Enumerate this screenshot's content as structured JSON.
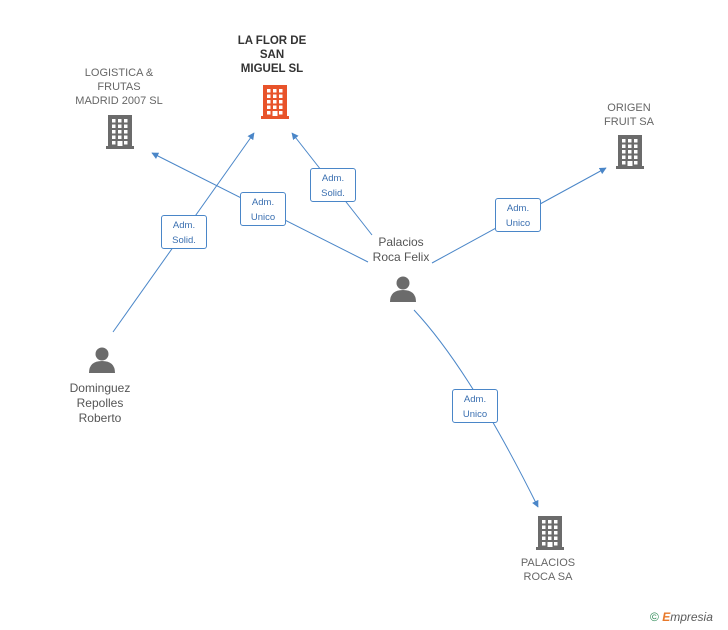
{
  "nodes": [
    {
      "id": "flor",
      "label": "LA FLOR DE\nSAN\nMIGUEL SL",
      "kind": "company",
      "main": true
    },
    {
      "id": "logistica",
      "label": "LOGISTICA &\nFRUTAS\nMADRID 2007 SL",
      "kind": "company"
    },
    {
      "id": "origen",
      "label": "ORIGEN\nFRUIT SA",
      "kind": "company"
    },
    {
      "id": "palacios_sa",
      "label": "PALACIOS\nROCA SA",
      "kind": "company"
    },
    {
      "id": "felix",
      "label": "Palacios\nRoca Felix",
      "kind": "person"
    },
    {
      "id": "dominguez",
      "label": "Dominguez\nRepolles\nRoberto",
      "kind": "person"
    }
  ],
  "edges": [
    {
      "from": "felix",
      "to": "flor",
      "label": "Adm.\nSolid."
    },
    {
      "from": "felix",
      "to": "logistica",
      "label": "Adm.\nUnico"
    },
    {
      "from": "felix",
      "to": "origen",
      "label": "Adm.\nUnico"
    },
    {
      "from": "felix",
      "to": "palacios_sa",
      "label": "Adm.\nUnico"
    },
    {
      "from": "dominguez",
      "to": "flor",
      "label": "Adm.\nSolid."
    }
  ],
  "colors": {
    "edge": "#4a86c8",
    "company": "#6b6b6b",
    "main_company": "#e8532a",
    "person": "#6b6b6b"
  },
  "footer": {
    "copyright": "©",
    "brand_initial": "E",
    "brand_rest": "mpresia"
  }
}
